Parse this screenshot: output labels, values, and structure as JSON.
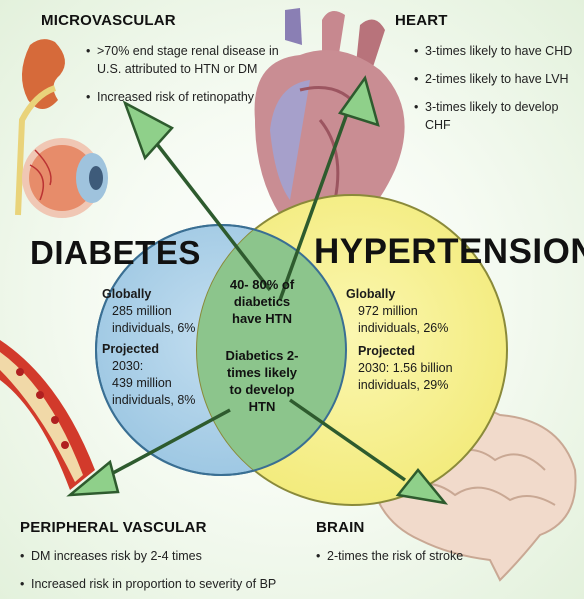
{
  "microvascular": {
    "title": "MICROVASCULAR",
    "bullets": [
      ">70%  end stage renal disease in U.S. attributed to HTN or DM",
      "Increased risk of retinopathy"
    ]
  },
  "heart": {
    "title": "HEART",
    "bullets": [
      "3-times likely to have CHD",
      "2-times likely to have LVH",
      "3-times likely to develop CHF"
    ]
  },
  "peripheral": {
    "title": "PERIPHERAL VASCULAR",
    "bullets": [
      "DM increases risk by 2-4 times",
      "Increased risk in proportion to severity of BP"
    ]
  },
  "brain": {
    "title": "BRAIN",
    "bullets": [
      "2-times the risk of stroke"
    ]
  },
  "diabetes": {
    "title": "DIABETES",
    "globally_label": "Globally",
    "globally_value": "285 million individuals, 6%",
    "projected_label": "Projected",
    "projected_year": "2030:",
    "projected_value": "439 million individuals, 8%"
  },
  "hypertension": {
    "title": "HYPERTENSION",
    "globally_label": "Globally",
    "globally_value": "972 million individuals, 26%",
    "projected_label": "Projected",
    "projected_value": "2030: 1.56 billion individuals, 29%"
  },
  "overlap": {
    "line1": "40- 80% of diabetics have HTN",
    "line2": "Diabetics 2-times likely to develop HTN"
  },
  "colors": {
    "diabetes_circle": "#a9cfe6",
    "hypertension_circle": "#f6f08e",
    "overlap": "#8cc58c",
    "arrow": "#2e7d32",
    "arrow_fill": "#8fd08a"
  },
  "illustrations": [
    "kidney-icon",
    "eye-icon",
    "heart-icon",
    "blood-vessel-icon",
    "brain-icon"
  ]
}
